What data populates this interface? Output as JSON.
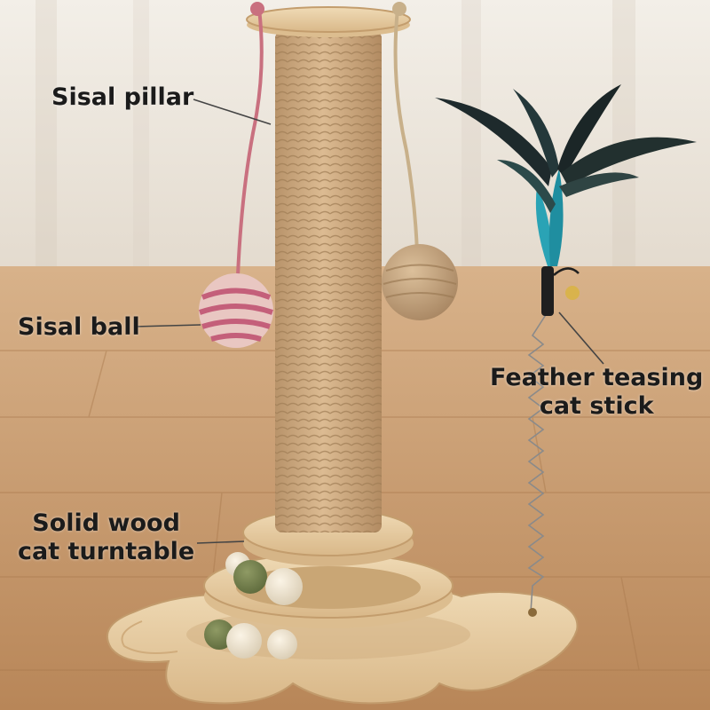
{
  "labels": {
    "sisal_pillar": "Sisal pillar",
    "sisal_ball": "Sisal ball",
    "feather_stick": [
      "Feather teasing",
      "cat stick"
    ],
    "turntable": [
      "Solid wood",
      "cat turntable"
    ]
  },
  "icons": [
    "sisal-pillar",
    "sisal-ball",
    "feather-teaser",
    "wood-turntable"
  ],
  "colors": {
    "wall": "#ece7df",
    "floor": "#c89a70",
    "sisal": "#d2b086",
    "wood": "#e9cfa6",
    "feather_teal": "#2aa3b5",
    "pink_ball": "#c86a86"
  }
}
